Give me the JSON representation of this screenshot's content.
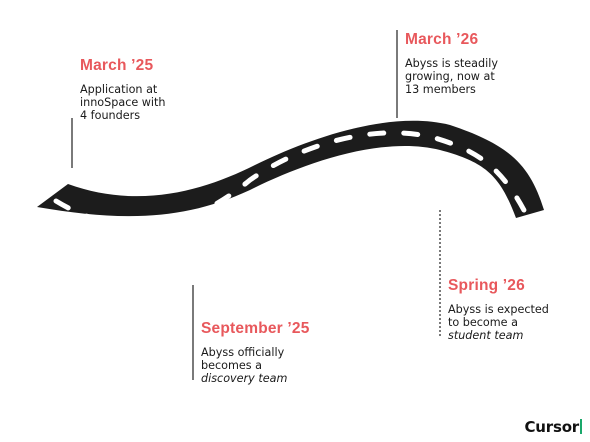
{
  "milestones": [
    {
      "date": "March ’25",
      "lines": [
        "Application at",
        "innoSpace with",
        "4 founders"
      ]
    },
    {
      "date": "September ’25",
      "lines": [
        "Abyss officially",
        "becomes a"
      ],
      "italic_line": "discovery team"
    },
    {
      "date": "March ’26",
      "lines": [
        "Abyss is steadily",
        "growing, now at",
        "13 members"
      ]
    },
    {
      "date": "Spring ’26",
      "lines": [
        "Abyss is expected",
        "to become a"
      ],
      "italic_line": "student team"
    }
  ],
  "brand": {
    "name": "Cursor"
  },
  "colors": {
    "accent": "#e8585c",
    "road": "#1c1c1c",
    "lane": "#ffffff",
    "brand_bar": "#1aa86b"
  }
}
